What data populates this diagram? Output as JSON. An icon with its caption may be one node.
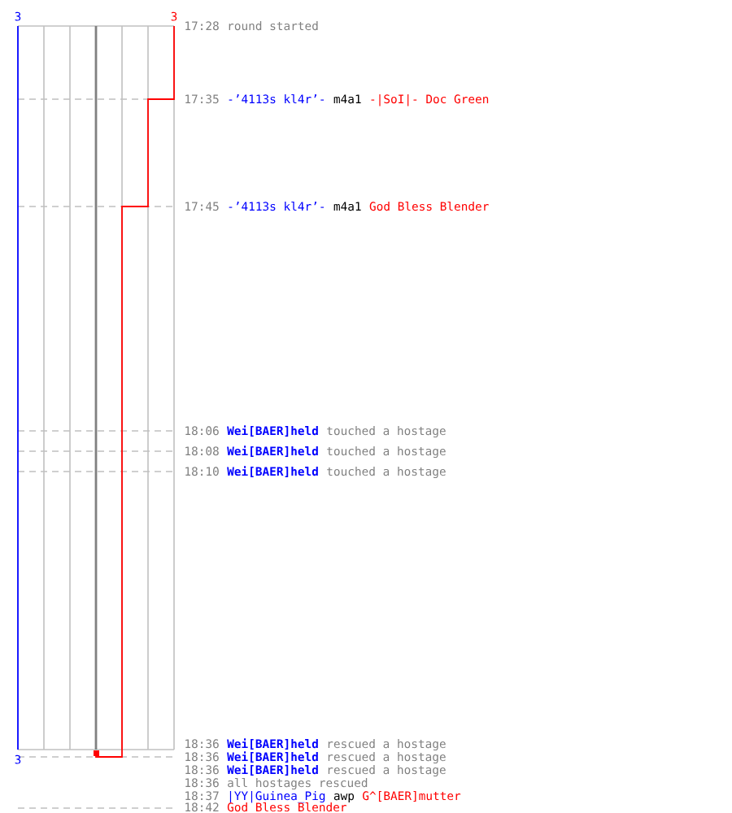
{
  "diagram": {
    "labels": [
      "3",
      "3",
      "17:28",
      "round started",
      "17:35",
      "-’4113s kl4r’-",
      "m4a1",
      "-|SoI|- Doc Green",
      "17:45",
      "-’4113s kl4r’-",
      "m4a1",
      "God Bless Blender",
      "18:06",
      "Wei[BAER]held",
      "touched a hostage",
      "18:08",
      "Wei[BAER]held",
      "touched a hostage",
      "18:10",
      "Wei[BAER]held",
      "touched a hostage",
      "3",
      "18:36",
      "Wei[BAER]held",
      "rescued a hostage",
      "18:36",
      "Wei[BAER]held",
      "rescued a hostage",
      "18:36",
      "Wei[BAER]held",
      "rescued a hostage",
      "18:36",
      "all hostages rescued",
      "18:37",
      "|YY|Guinea_Pig",
      "awp",
      "G^[BAER]mutter",
      "18:42",
      "God Bless Blender"
    ]
  }
}
